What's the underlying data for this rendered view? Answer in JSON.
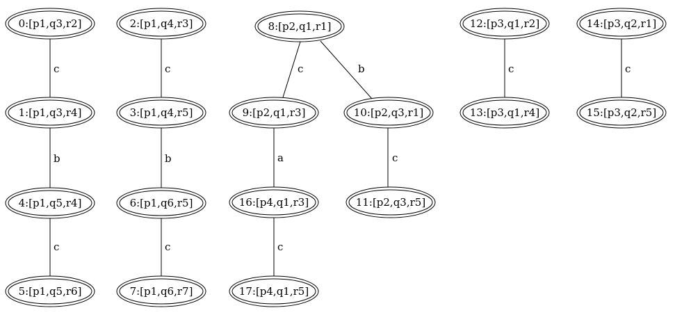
{
  "graph": {
    "nodes": [
      {
        "id": "0",
        "label": "0:[p1,q3,r2]"
      },
      {
        "id": "1",
        "label": "1:[p1,q3,r4]"
      },
      {
        "id": "4",
        "label": "4:[p1,q5,r4]"
      },
      {
        "id": "5",
        "label": "5:[p1,q5,r6]"
      },
      {
        "id": "2",
        "label": "2:[p1,q4,r3]"
      },
      {
        "id": "3",
        "label": "3:[p1,q4,r5]"
      },
      {
        "id": "6",
        "label": "6:[p1,q6,r5]"
      },
      {
        "id": "7",
        "label": "7:[p1,q6,r7]"
      },
      {
        "id": "8",
        "label": "8:[p2,q1,r1]"
      },
      {
        "id": "9",
        "label": "9:[p2,q1,r3]"
      },
      {
        "id": "10",
        "label": "10:[p2,q3,r1]"
      },
      {
        "id": "16",
        "label": "16:[p4,q1,r3]"
      },
      {
        "id": "17",
        "label": "17:[p4,q1,r5]"
      },
      {
        "id": "11",
        "label": "11:[p2,q3,r5]"
      },
      {
        "id": "12",
        "label": "12:[p3,q1,r2]"
      },
      {
        "id": "13",
        "label": "13:[p3,q1,r4]"
      },
      {
        "id": "14",
        "label": "14:[p3,q2,r1]"
      },
      {
        "id": "15",
        "label": "15:[p3,q2,r5]"
      }
    ],
    "edges": [
      {
        "from": "0",
        "to": "1",
        "label": "c"
      },
      {
        "from": "1",
        "to": "4",
        "label": "b"
      },
      {
        "from": "4",
        "to": "5",
        "label": "c"
      },
      {
        "from": "2",
        "to": "3",
        "label": "c"
      },
      {
        "from": "3",
        "to": "6",
        "label": "b"
      },
      {
        "from": "6",
        "to": "7",
        "label": "c"
      },
      {
        "from": "8",
        "to": "9",
        "label": "c"
      },
      {
        "from": "8",
        "to": "10",
        "label": "b"
      },
      {
        "from": "9",
        "to": "16",
        "label": "a"
      },
      {
        "from": "16",
        "to": "17",
        "label": "c"
      },
      {
        "from": "10",
        "to": "11",
        "label": "c"
      },
      {
        "from": "12",
        "to": "13",
        "label": "c"
      },
      {
        "from": "14",
        "to": "15",
        "label": "c"
      }
    ]
  }
}
